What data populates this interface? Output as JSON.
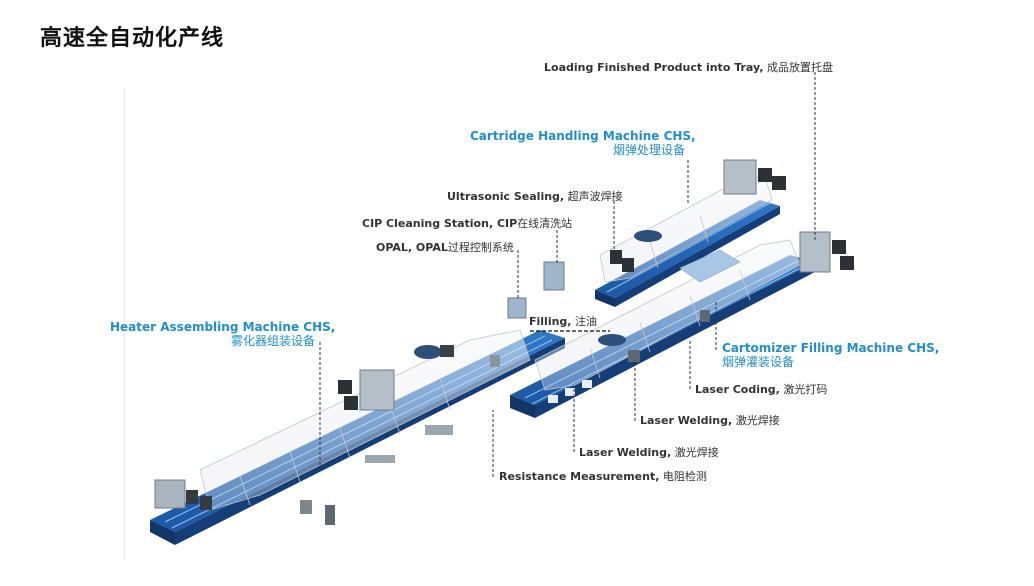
{
  "title": "高速全自动化产线",
  "labels": {
    "loading_en": "Loading Finished Product into Tray,",
    "loading_cn": "成品放置托盘",
    "cartridge_en": "Cartridge Handling Machine CHS,",
    "cartridge_cn": "烟弹处理设备",
    "ultrasonic_en": "Ultrasonic Sealing,",
    "ultrasonic_cn": "超声波焊接",
    "cip_en": "CIP Cleaning Station, CIP",
    "cip_cn": "在线清洗站",
    "opal_en": "OPAL, OPAL",
    "opal_cn": "过程控制系统",
    "filling_en": "Filling,",
    "filling_cn": "注油",
    "heater_en": "Heater Assembling Machine CHS,",
    "heater_cn": "雾化器组装设备",
    "cartomizer_en": "Cartomizer Filling Machine CHS,",
    "cartomizer_cn": "烟弹灌装设备",
    "coding_en": "Laser Coding,",
    "coding_cn": "激光打码",
    "welding1_en": "Laser Welding,",
    "welding1_cn": "激光焊接",
    "welding2_en": "Laser Welding,",
    "welding2_cn": "激光焊接",
    "resistance_en": "Resistance Measurement,",
    "resistance_cn": "电阻检测"
  },
  "colors": {
    "accent_blue": "#1e8fd0",
    "belt_blue": "#1f5fae",
    "belt_dark": "#163f7a"
  }
}
